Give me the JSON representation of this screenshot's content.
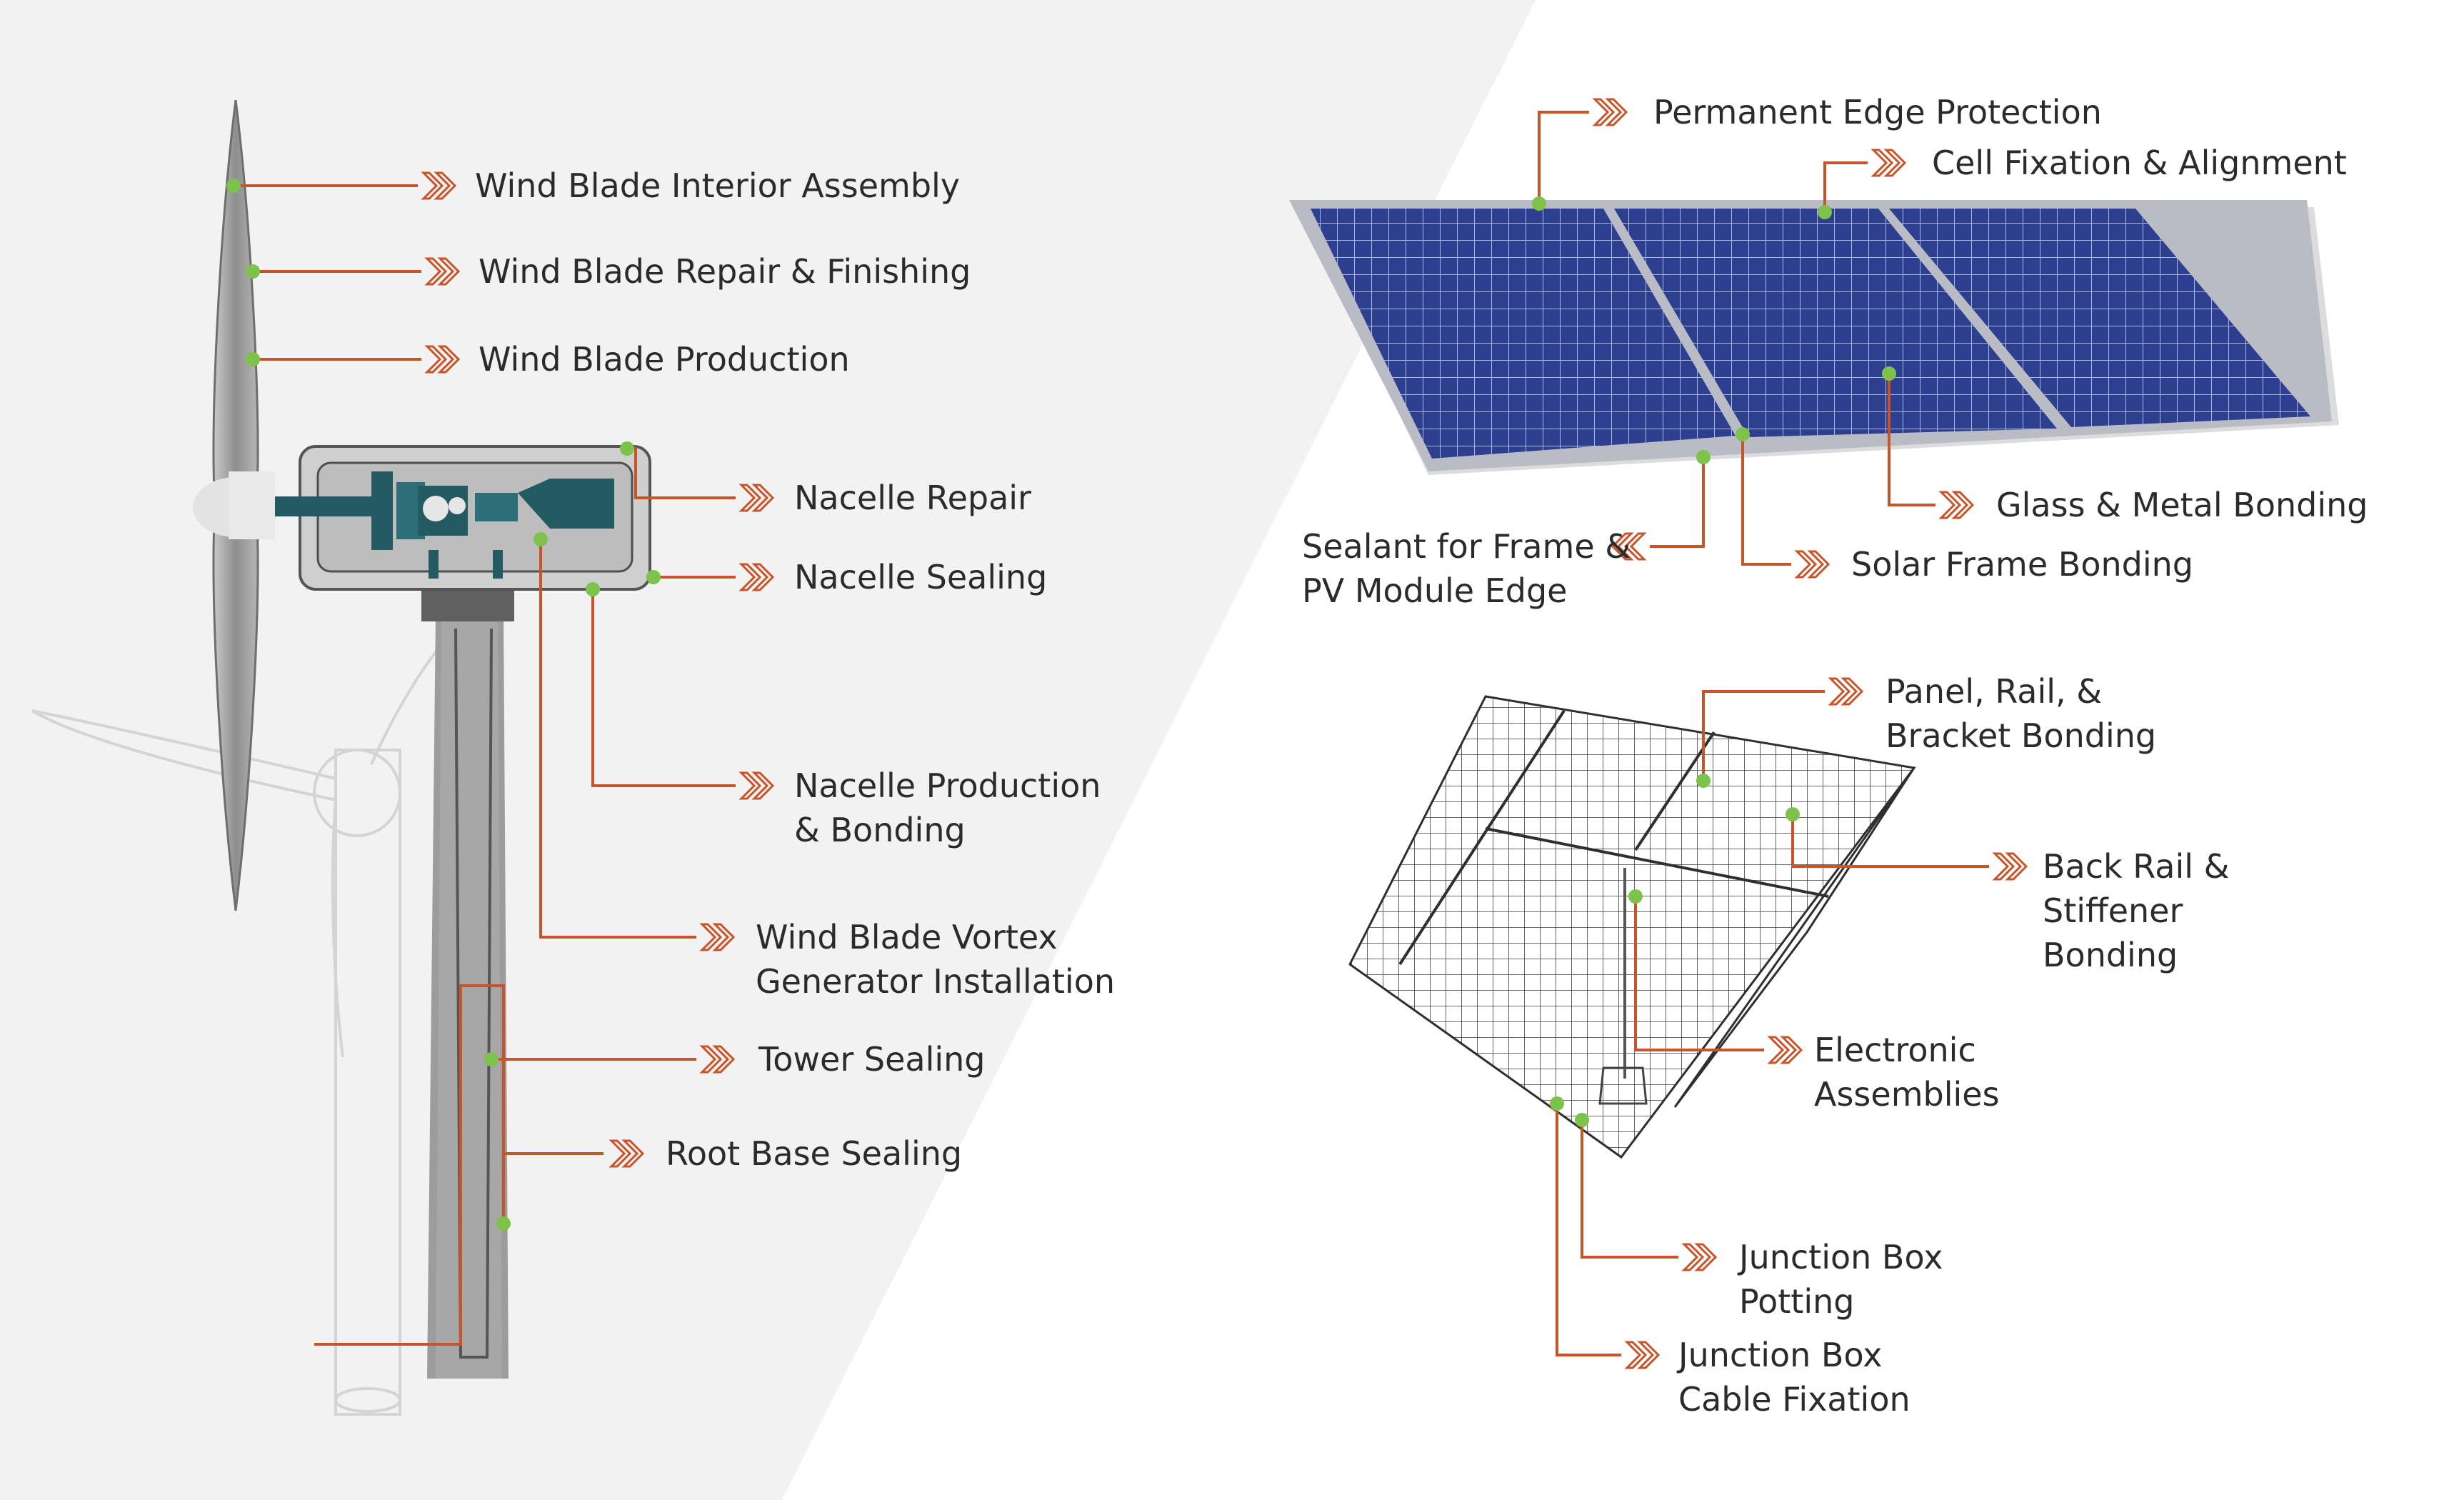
{
  "colors": {
    "left_panel_bg": "#f2f2f2",
    "leader_line": "#c8542a",
    "dot": "#7dc24b",
    "text": "#2b2b2b",
    "solar_cell": "#2f3f8f",
    "tower": "#9c9c9c",
    "drivetrain": "#245b63"
  },
  "icons": {
    "chevron": "double-chevron-right-icon",
    "chevron_left": "double-chevron-left-icon",
    "dot": "green-dot-icon"
  },
  "wind": {
    "callouts": [
      {
        "id": "blade-interior",
        "lines": [
          "Wind Blade Interior Assembly"
        ]
      },
      {
        "id": "blade-repair",
        "lines": [
          "Wind Blade Repair & Finishing"
        ]
      },
      {
        "id": "blade-production",
        "lines": [
          "Wind Blade Production"
        ]
      },
      {
        "id": "nacelle-repair",
        "lines": [
          "Nacelle Repair"
        ]
      },
      {
        "id": "nacelle-sealing",
        "lines": [
          "Nacelle Sealing"
        ]
      },
      {
        "id": "nacelle-production",
        "lines": [
          "Nacelle Production",
          "& Bonding"
        ]
      },
      {
        "id": "vortex-generator",
        "lines": [
          "Wind Blade Vortex",
          "Generator Installation"
        ]
      },
      {
        "id": "tower-sealing",
        "lines": [
          "Tower Sealing"
        ]
      },
      {
        "id": "root-base-sealing",
        "lines": [
          "Root Base Sealing"
        ]
      }
    ]
  },
  "solar": {
    "callouts": [
      {
        "id": "edge-protection",
        "lines": [
          "Permanent Edge Protection"
        ]
      },
      {
        "id": "cell-fixation",
        "lines": [
          "Cell Fixation & Alignment"
        ]
      },
      {
        "id": "glass-metal",
        "lines": [
          "Glass & Metal Bonding"
        ]
      },
      {
        "id": "frame-sealant",
        "lines": [
          "Sealant for Frame &",
          "PV Module Edge"
        ]
      },
      {
        "id": "frame-bonding",
        "lines": [
          "Solar Frame Bonding"
        ]
      },
      {
        "id": "panel-rail",
        "lines": [
          "Panel, Rail, &",
          "Bracket Bonding"
        ]
      },
      {
        "id": "back-rail",
        "lines": [
          "Back Rail &",
          "Stiffener",
          "Bonding"
        ]
      },
      {
        "id": "electronic",
        "lines": [
          "Electronic",
          "Assemblies"
        ]
      },
      {
        "id": "jb-potting",
        "lines": [
          "Junction Box",
          "Potting"
        ]
      },
      {
        "id": "jb-cable",
        "lines": [
          "Junction Box",
          "Cable Fixation"
        ]
      }
    ]
  }
}
